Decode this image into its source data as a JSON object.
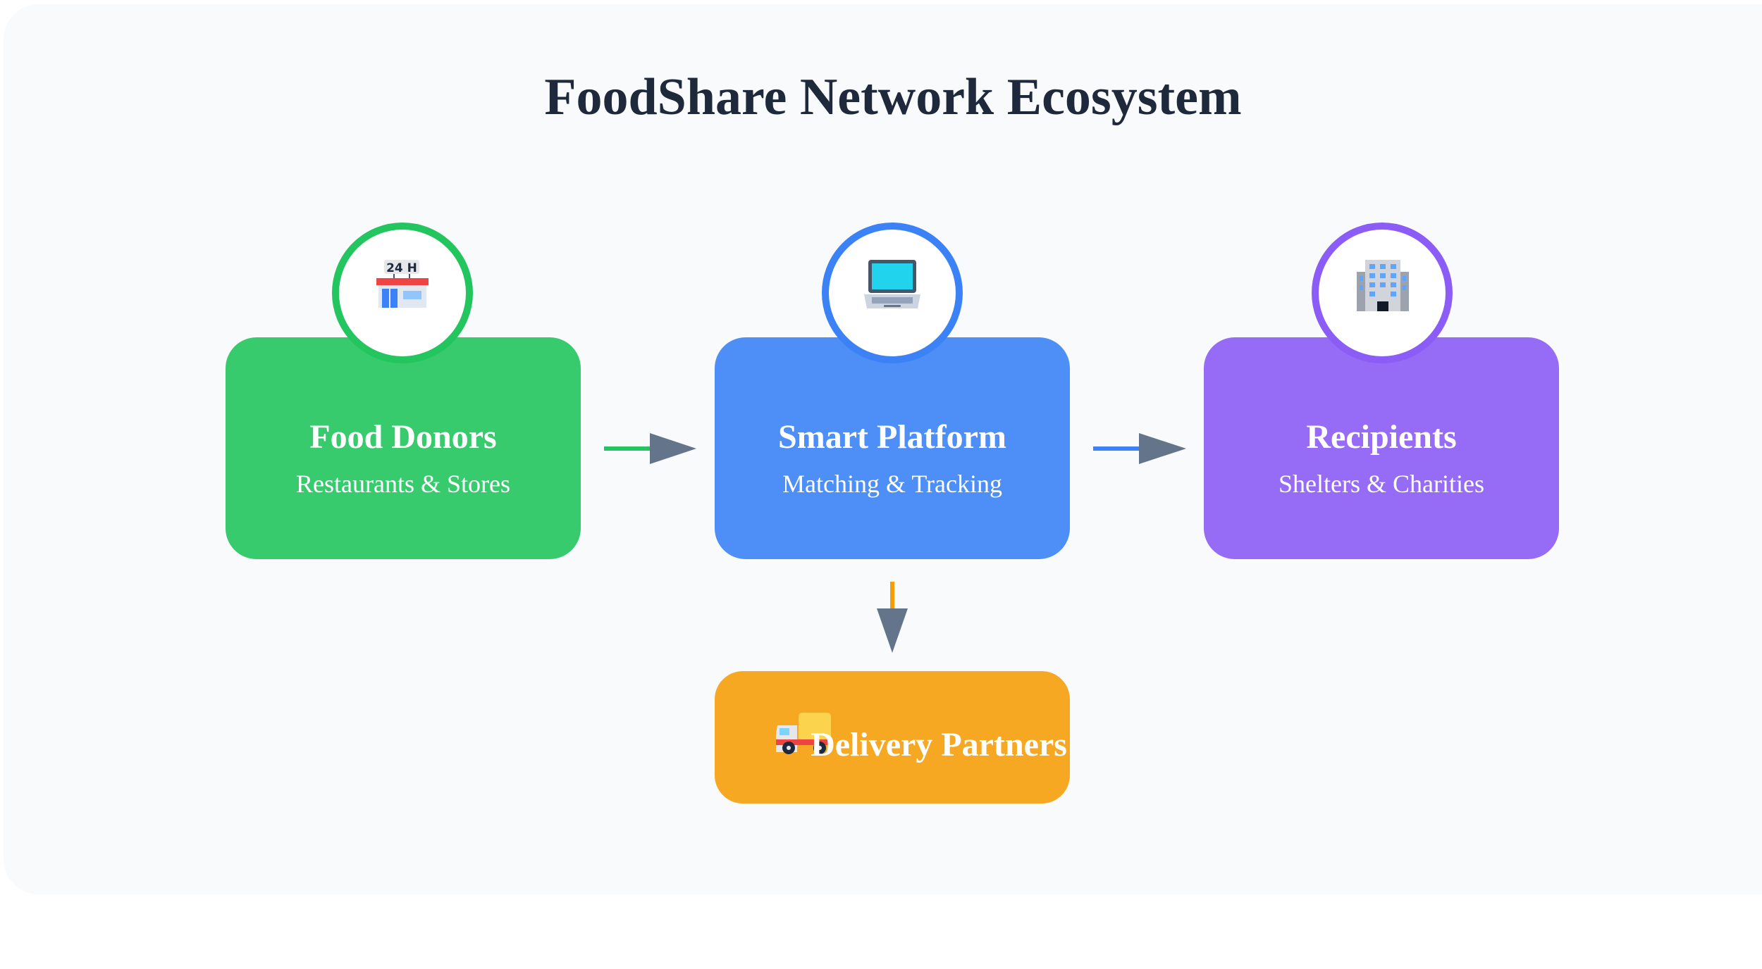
{
  "diagram": {
    "title": "FoodShare Network Ecosystem",
    "nodes": [
      {
        "id": "donors",
        "label": "Food Donors",
        "sublabel": "Restaurants & Stores",
        "icon": "convenience-store-icon",
        "color": "#22c55e"
      },
      {
        "id": "platform",
        "label": "Smart Platform",
        "sublabel": "Matching & Tracking",
        "icon": "laptop-icon",
        "color": "#3b82f6"
      },
      {
        "id": "recipients",
        "label": "Recipients",
        "sublabel": "Shelters & Charities",
        "icon": "office-building-icon",
        "color": "#8b5cf6"
      },
      {
        "id": "delivery",
        "label": "Delivery Partners",
        "icon": "delivery-truck-icon",
        "color": "#f59e0b"
      }
    ],
    "edges": [
      {
        "from": "donors",
        "to": "platform",
        "color": "#22c55e"
      },
      {
        "from": "platform",
        "to": "recipients",
        "color": "#3b82f6"
      },
      {
        "from": "platform",
        "to": "delivery",
        "color": "#f59e0b"
      }
    ],
    "arrowhead_color": "#64748b",
    "panel_background": "#f8fafc",
    "title_color": "#1e293b"
  }
}
